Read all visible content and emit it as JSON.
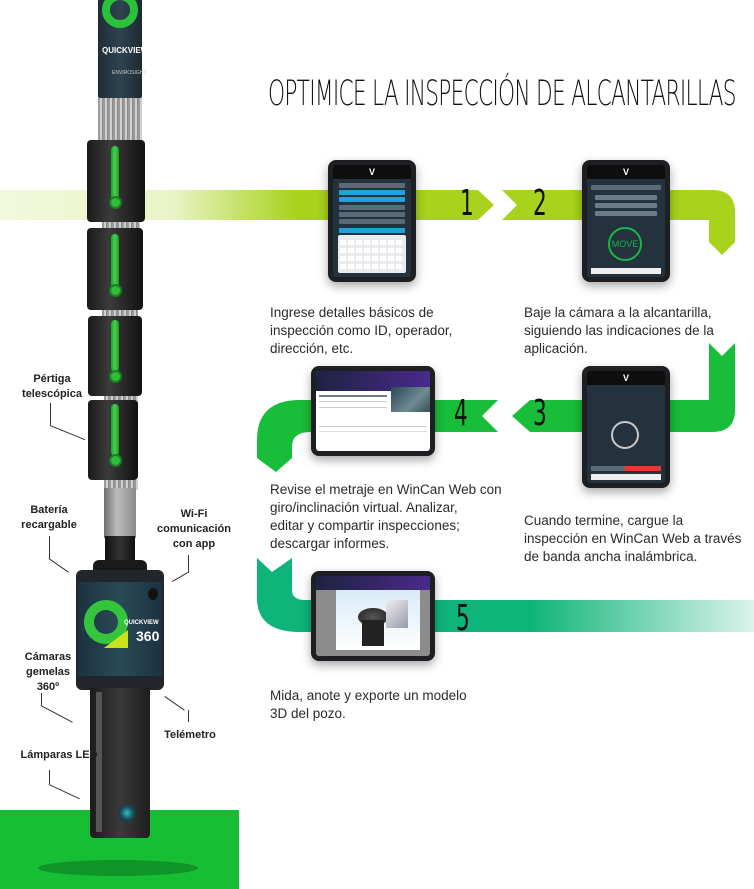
{
  "title": "OPTIMICE LA INSPECCIÓN DE ALCANTARILLAS",
  "colors": {
    "arrow_lime": "#a8d21c",
    "arrow_green": "#18bd39",
    "arrow_teal": "#0fb47a",
    "floor_green": "#16be34",
    "tablet_frame": "#1d1f22",
    "screen_dark": "#24323d",
    "field_blue": "#1fa3dd",
    "stop_red": "#e8392f",
    "webapp_purple": "#4a2a8c"
  },
  "steps": [
    {
      "number": "1",
      "text": "Ingrese detalles básicos de inspección como ID, operador, dirección, etc.",
      "lines": [
        "Ingrese detalles básicos de",
        "inspección como ID, operador,",
        "dirección, etc."
      ]
    },
    {
      "number": "2",
      "text": "Baje la cámara a la alcantarilla, siguiendo las indicaciones de la aplicación.",
      "lines": [
        "Baje la cámara a la alcantarilla,",
        "siguiendo las indicaciones de la",
        "aplicación."
      ],
      "screen_button": "MOVE"
    },
    {
      "number": "3",
      "text": "Cuando termine, cargue la inspección en WinCan Web a través de banda ancha inalámbrica.",
      "lines": [
        "Cuando termine, cargue la",
        "inspección en WinCan Web a través",
        "de banda ancha inalámbrica."
      ]
    },
    {
      "number": "4",
      "text": "Revise el metraje en WinCan Web con giro/inclinación virtual. Analizar, editar y compartir inspecciones; descargar informes.",
      "lines": [
        "Revise el metraje en WinCan Web con",
        "giro/inclinación virtual. Analizar,",
        "editar y compartir inspecciones;",
        "descargar informes."
      ]
    },
    {
      "number": "5",
      "text": "Mida, anote y exporte un modelo 3D del pozo.",
      "lines": [
        "Mida, anote y exporte un modelo",
        "3D del pozo."
      ]
    }
  ],
  "device": {
    "brand_top": "QUICKVIEW",
    "brand_sub": "ENVIROSIGHT",
    "head_brand": "QUICKVIEW",
    "head_model": "360"
  },
  "callouts": {
    "pole": [
      "Pértiga",
      "telescópica"
    ],
    "battery": [
      "Batería",
      "recargable"
    ],
    "wifi": [
      "Wi-Fi",
      "comunicación",
      "con app"
    ],
    "cameras": [
      "Cámaras",
      "gemelas",
      "360º"
    ],
    "rangefinder": [
      "Telémetro"
    ],
    "leds": [
      "Lámparas LED"
    ]
  }
}
